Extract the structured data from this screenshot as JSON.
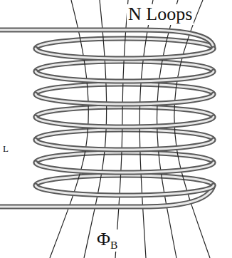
{
  "diagram": {
    "labels": [
      "N Loops",
      "L",
      "ΦB"
    ]
  }
}
